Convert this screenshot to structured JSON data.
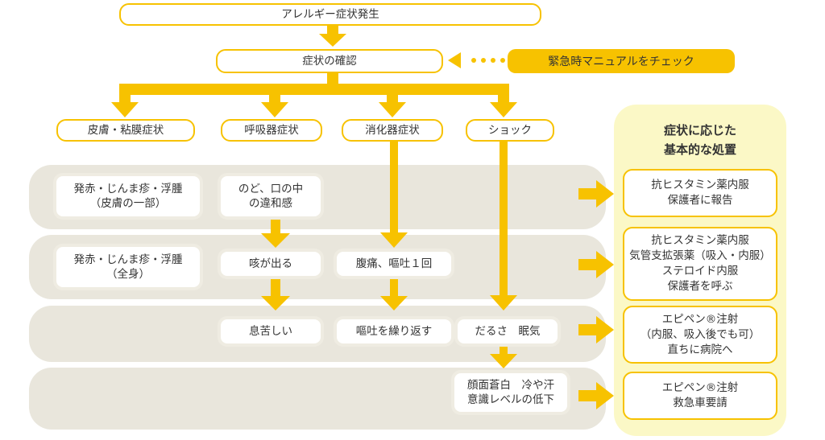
{
  "top": "アレルギー症状発生",
  "check": "症状の確認",
  "manual": "緊急時マニュアルをチェック",
  "categories": [
    "皮膚・粘膜症状",
    "呼吸器症状",
    "消化器症状",
    "ショック"
  ],
  "symptoms": {
    "skin_part": "発赤・じんま疹・浮腫\n（皮膚の一部）",
    "throat": "のど、口の中\nの違和感",
    "skin_all": "発赤・じんま疹・浮腫\n（全身）",
    "cough": "咳が出る",
    "abdominal": "腹痛、嘔吐１回",
    "breathing": "息苦しい",
    "vomiting": "嘔吐を繰り返す",
    "fatigue": "だるさ　眠気",
    "pallor": "顔面蒼白　冷や汗\n意識レベルの低下"
  },
  "panel": {
    "title": "症状に応じた\n基本的な処置",
    "treatments": [
      "抗ヒスタミン薬内服\n保護者に報告",
      "抗ヒスタミン薬内服\n気管支拡張薬（吸入・内服）\nステロイド内服\n保護者を呼ぶ",
      "エピペン®注射\n（内服、吸入後でも可）\n直ちに病院へ",
      "エピペン®注射\n救急車要請"
    ]
  },
  "colors": {
    "accent": "#f7c200",
    "band": "#e9e6dc",
    "panel": "#fbf8c6"
  }
}
